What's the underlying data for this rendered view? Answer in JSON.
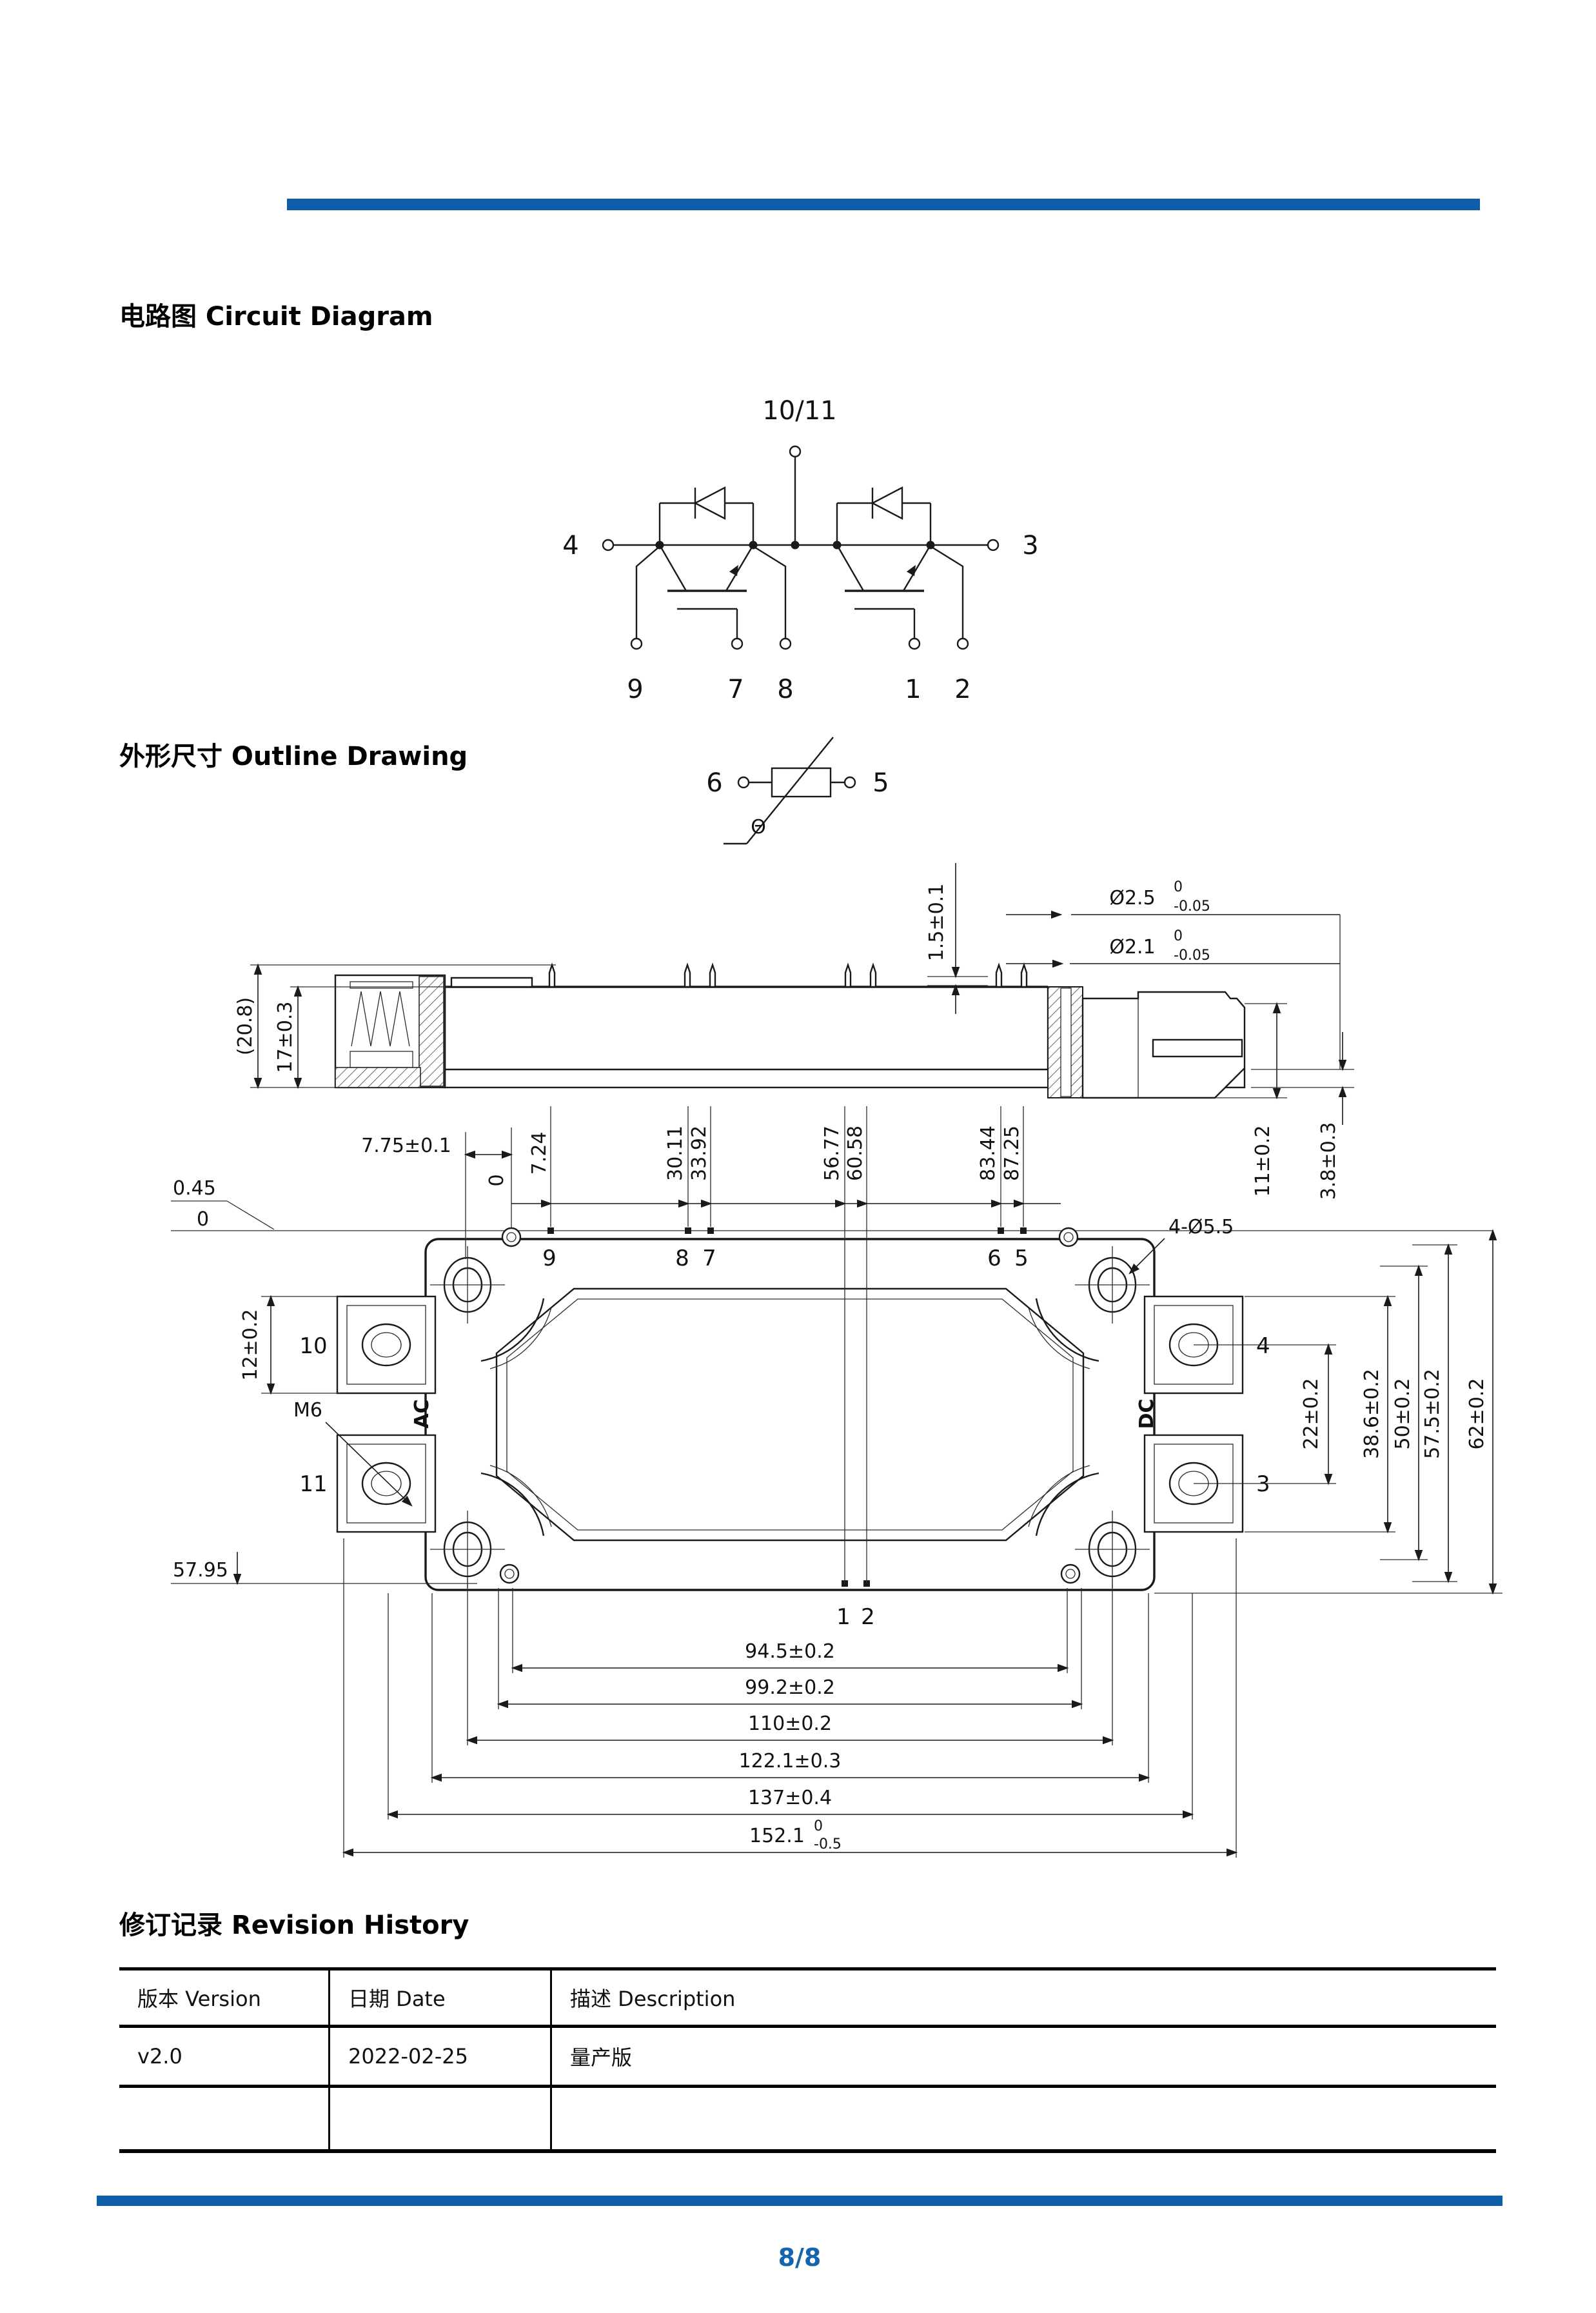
{
  "colors": {
    "accent_bar": "#0F5CA8",
    "page_number_text": "#1565AE",
    "line_color": "#1a1a1a"
  },
  "circuit": {
    "title": "电路图 Circuit Diagram",
    "terminal_top": "10/11",
    "terminal_left": "4",
    "terminal_right": "3",
    "pin9": "9",
    "pin7": "7",
    "pin8": "8",
    "pin1": "1",
    "pin2": "2",
    "pin6": "6",
    "pin5": "5",
    "thermistor_symbol": "Θ"
  },
  "outline": {
    "title": "外形尺寸 Outline Drawing",
    "side": {
      "overall_height": "(20.8)",
      "body_height": "17±0.3",
      "pin_height": "1.5±0.1",
      "pin_dia_outer": "Ø2.5",
      "pin_dia_outer_tol_upper": "0",
      "pin_dia_outer_tol_lower": "-0.05",
      "pin_dia_inner": "Ø2.1",
      "pin_dia_inner_tol_upper": "0",
      "pin_dia_inner_tol_lower": "-0.05",
      "boss_height": "11±0.2",
      "base_height": "3.8±0.3"
    },
    "front": {
      "ref_top": "0.45",
      "ref_zero_left": "0",
      "ref_zero_col": "0",
      "hole_offset": "7.75±0.1",
      "pin9_x": "7.24",
      "pin8_x": "30.11",
      "pin7_x": "33.92",
      "pin1_x": "56.77",
      "pin2_x": "60.58",
      "pin6_x": "83.44",
      "pin5_x": "87.25",
      "mount_holes": "4-Ø5.5",
      "terminal_height": "12±0.2",
      "thread": "M6",
      "ac": "AC",
      "dc": "DC",
      "dim22": "22±0.2",
      "dim386": "38.6±0.2",
      "dim50": "50±0.2",
      "dim575": "57.5±0.2",
      "dim62": "62±0.2",
      "dim5795": "57.95",
      "dim945": "94.5±0.2",
      "dim992": "99.2±0.2",
      "dim110": "110±0.2",
      "dim1221": "122.1±0.3",
      "dim137": "137±0.4",
      "dim1521": "152.1",
      "dim1521_tol_upper": "0",
      "dim1521_tol_lower": "-0.5",
      "p9": "9",
      "p8": "8",
      "p7": "7",
      "p6": "6",
      "p5": "5",
      "p1": "1",
      "p2": "2",
      "t10": "10",
      "t11": "11",
      "t4": "4",
      "t3": "3"
    }
  },
  "revision": {
    "title": "修订记录 Revision History",
    "headers": [
      "版本 Version",
      "日期 Date",
      "描述 Description"
    ],
    "rows": [
      [
        "v2.0",
        "2022-02-25",
        "量产版"
      ],
      [
        "",
        "",
        ""
      ]
    ]
  },
  "footer": {
    "page": "8/8"
  }
}
